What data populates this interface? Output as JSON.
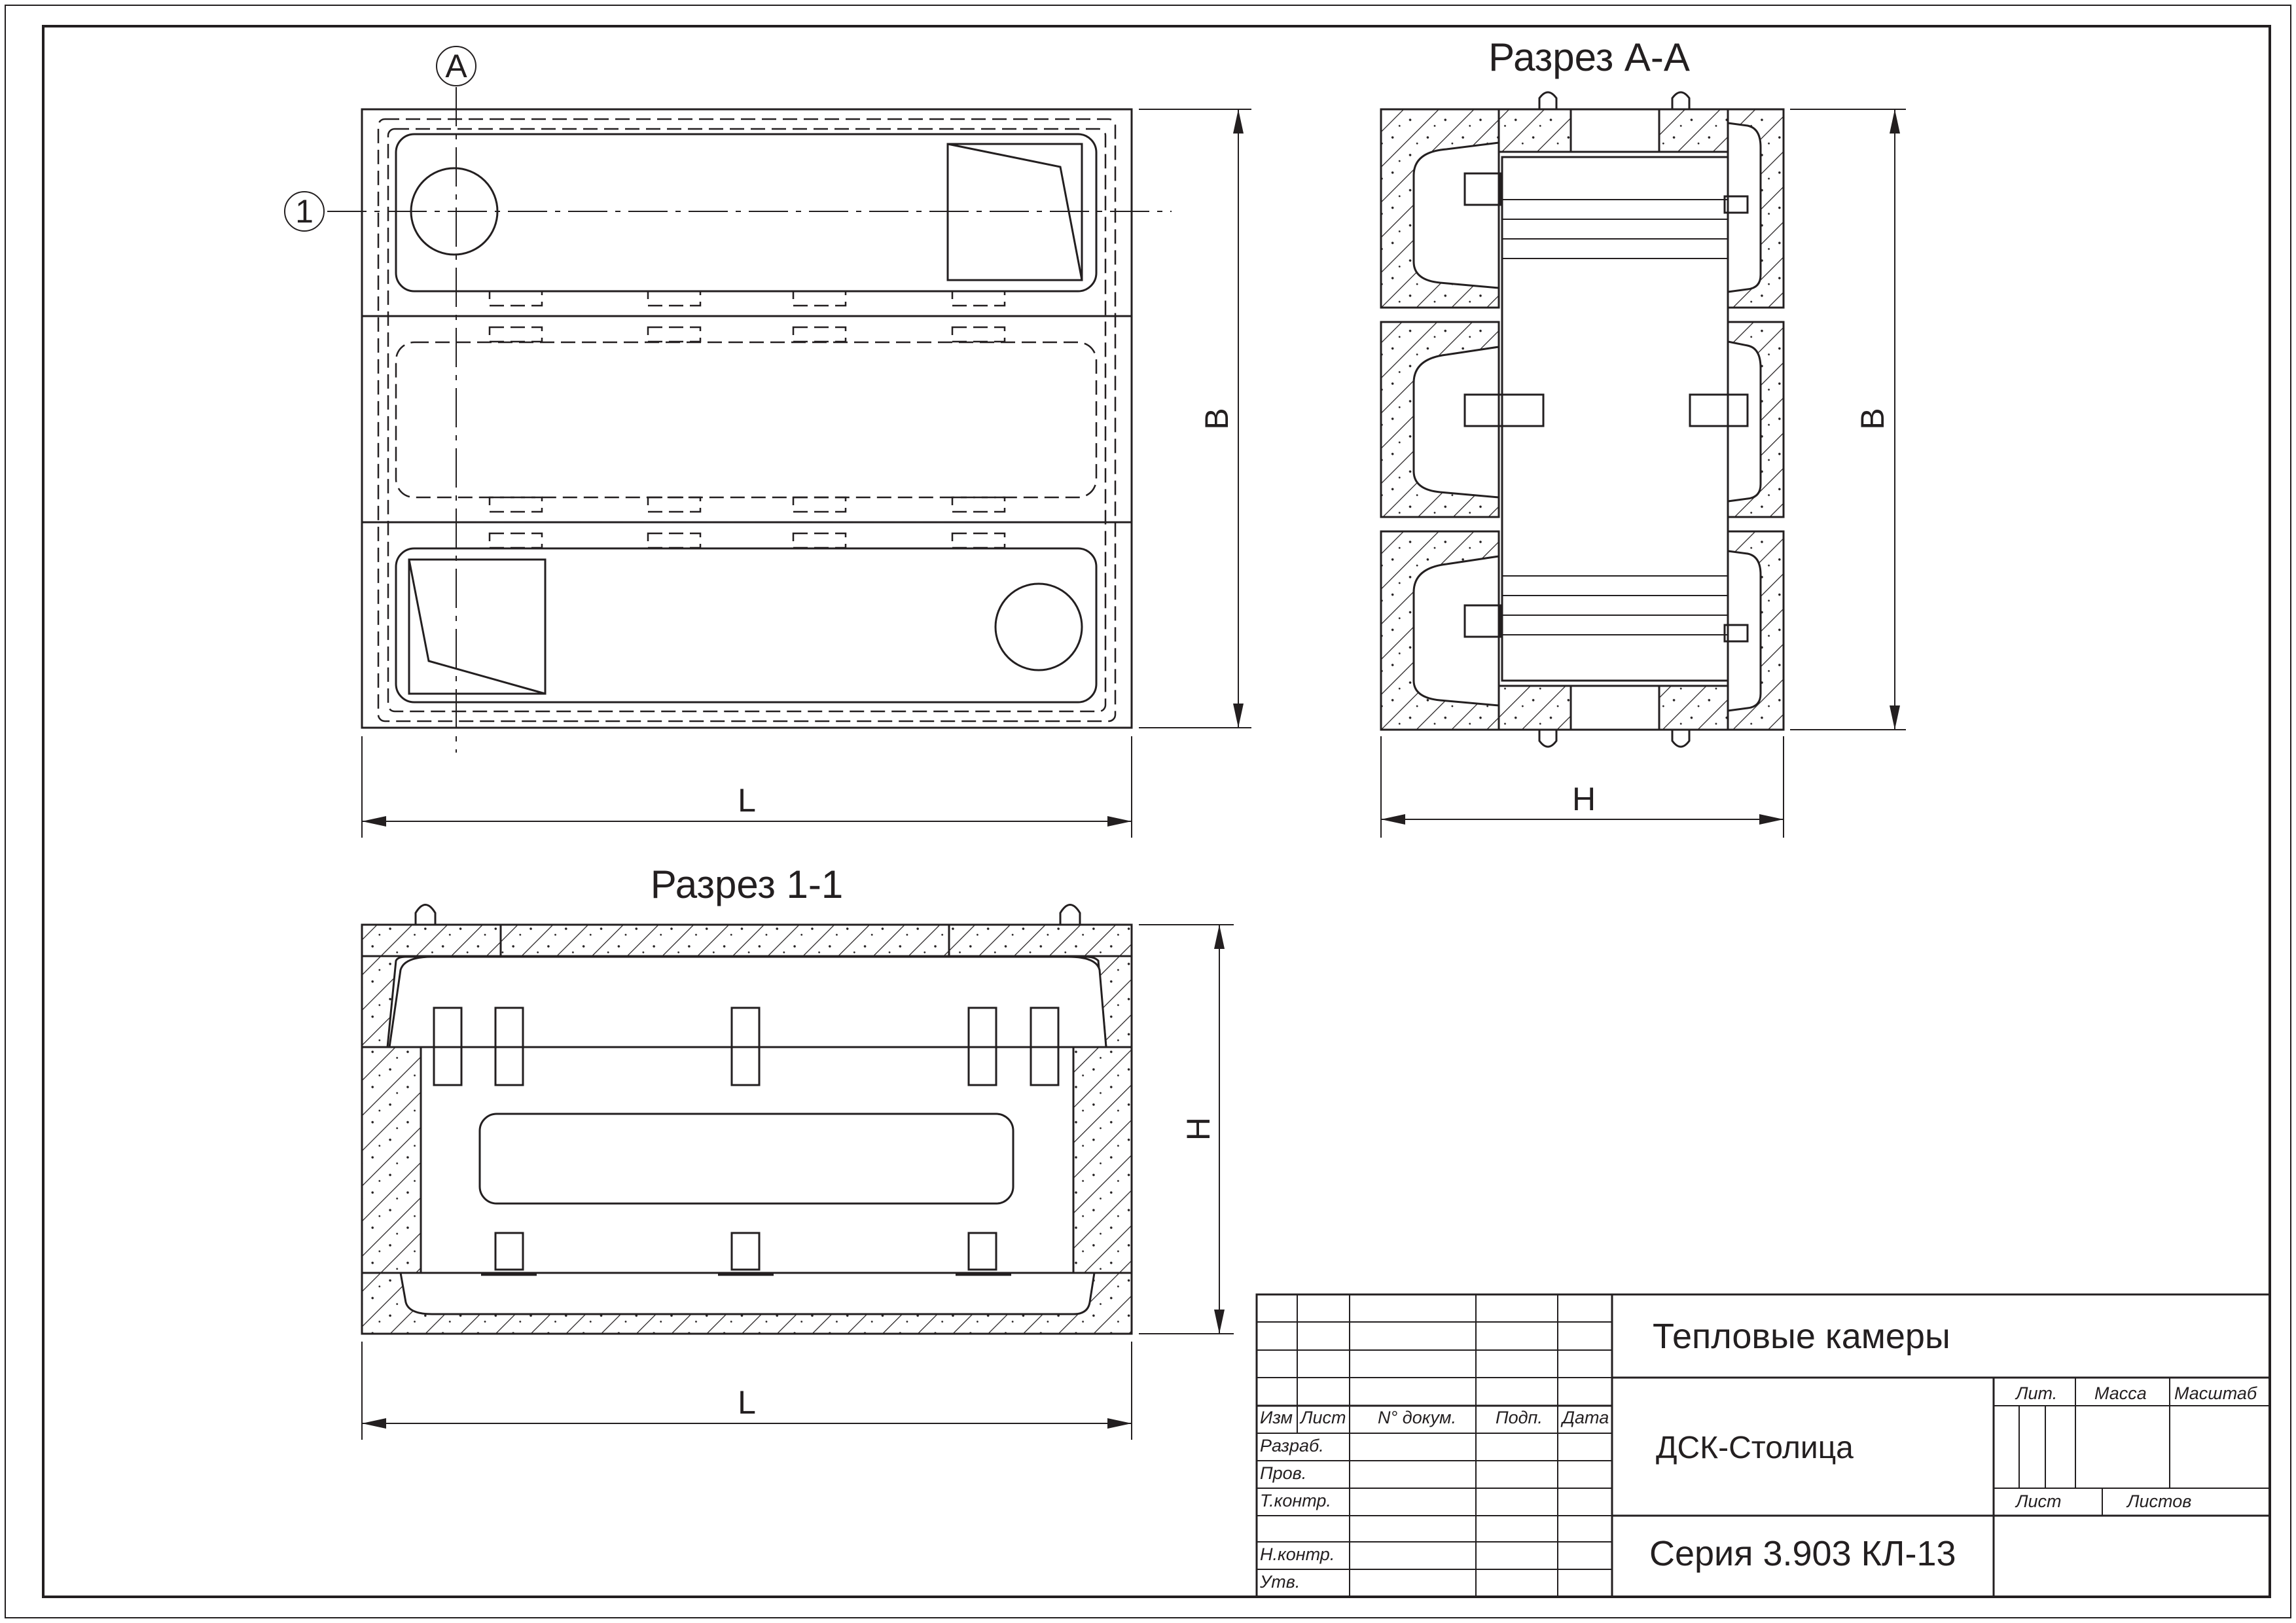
{
  "views": {
    "plan": {
      "axis_letter": "A",
      "axis_number": "1",
      "dim_length": "L",
      "dim_width": "B"
    },
    "section_aa": {
      "title": "Разрез А-А",
      "dim_height": "H",
      "dim_width": "B"
    },
    "section_11": {
      "title": "Разрез 1-1",
      "dim_height": "H",
      "dim_length": "L"
    }
  },
  "title_block": {
    "columns": {
      "izm": "Изм",
      "list": "Лист",
      "doc_no": "N° докум.",
      "signature": "Подп.",
      "date": "Дата"
    },
    "rows": {
      "razrab": "Разраб.",
      "prov": "Пров.",
      "tkontr": "Т.контр.",
      "nkontr": "Н.контр.",
      "utv": "Утв."
    },
    "product_name": "Тепловые камеры",
    "organization": "ДСК-Столица",
    "series": "Серия 3.903 КЛ-13",
    "lit_label": "Лит.",
    "mass_label": "Масса",
    "scale_label": "Масштаб",
    "sheet_label": "Лист",
    "sheets_label": "Листов"
  }
}
